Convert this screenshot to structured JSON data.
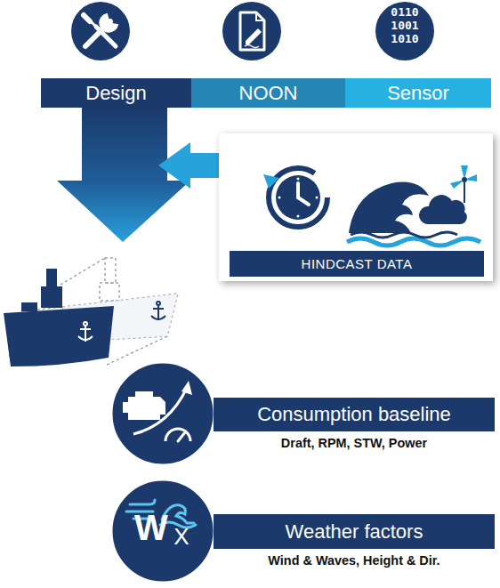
{
  "diagram": {
    "nodes": [
      {
        "text": [
          "Design"
        ]
      },
      {
        "text": [
          "NOON"
        ]
      },
      {
        "text": [
          "Sensor"
        ]
      },
      {
        "text": [
          "HINDCAST DATA"
        ]
      },
      {
        "text": [
          "Consumption baseline",
          "Draft, RPM, STW, Power"
        ]
      },
      {
        "text": [
          "Weather factors",
          "Wind & Waves, Height & Dir."
        ]
      }
    ],
    "labels": [
      "0110",
      "1001",
      "1010",
      "W",
      "X"
    ]
  }
}
